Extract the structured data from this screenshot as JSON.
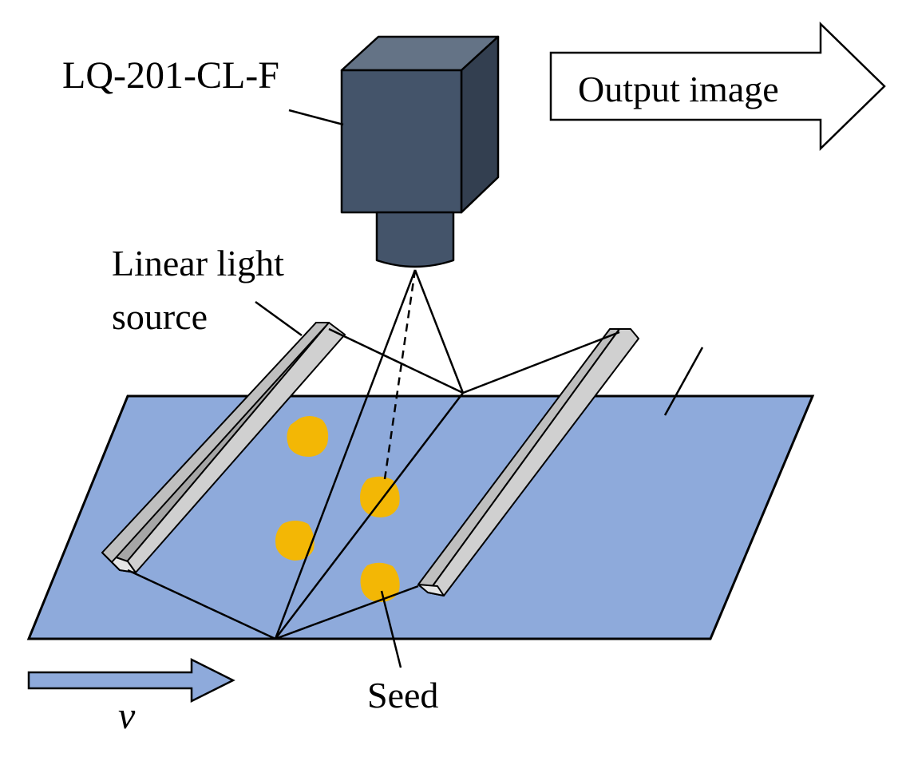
{
  "labels": {
    "camera_model": "LQ-201-CL-F",
    "output": "Output image",
    "light_source_line1": "Linear light",
    "light_source_line2": "source",
    "seed": "Seed",
    "velocity": "v"
  },
  "colors": {
    "conveyor": "#8eaadb",
    "camera_body": "#44546a",
    "camera_top": "#647386",
    "camera_side": "#333f50",
    "seed": "#f3b705",
    "light_bar": "#d0d0d0",
    "motion_arrow": "#8eaadb"
  },
  "icons": {
    "camera": "line-scan-camera-icon",
    "output_arrow": "right-arrow-icon",
    "motion_arrow": "right-arrow-icon"
  }
}
